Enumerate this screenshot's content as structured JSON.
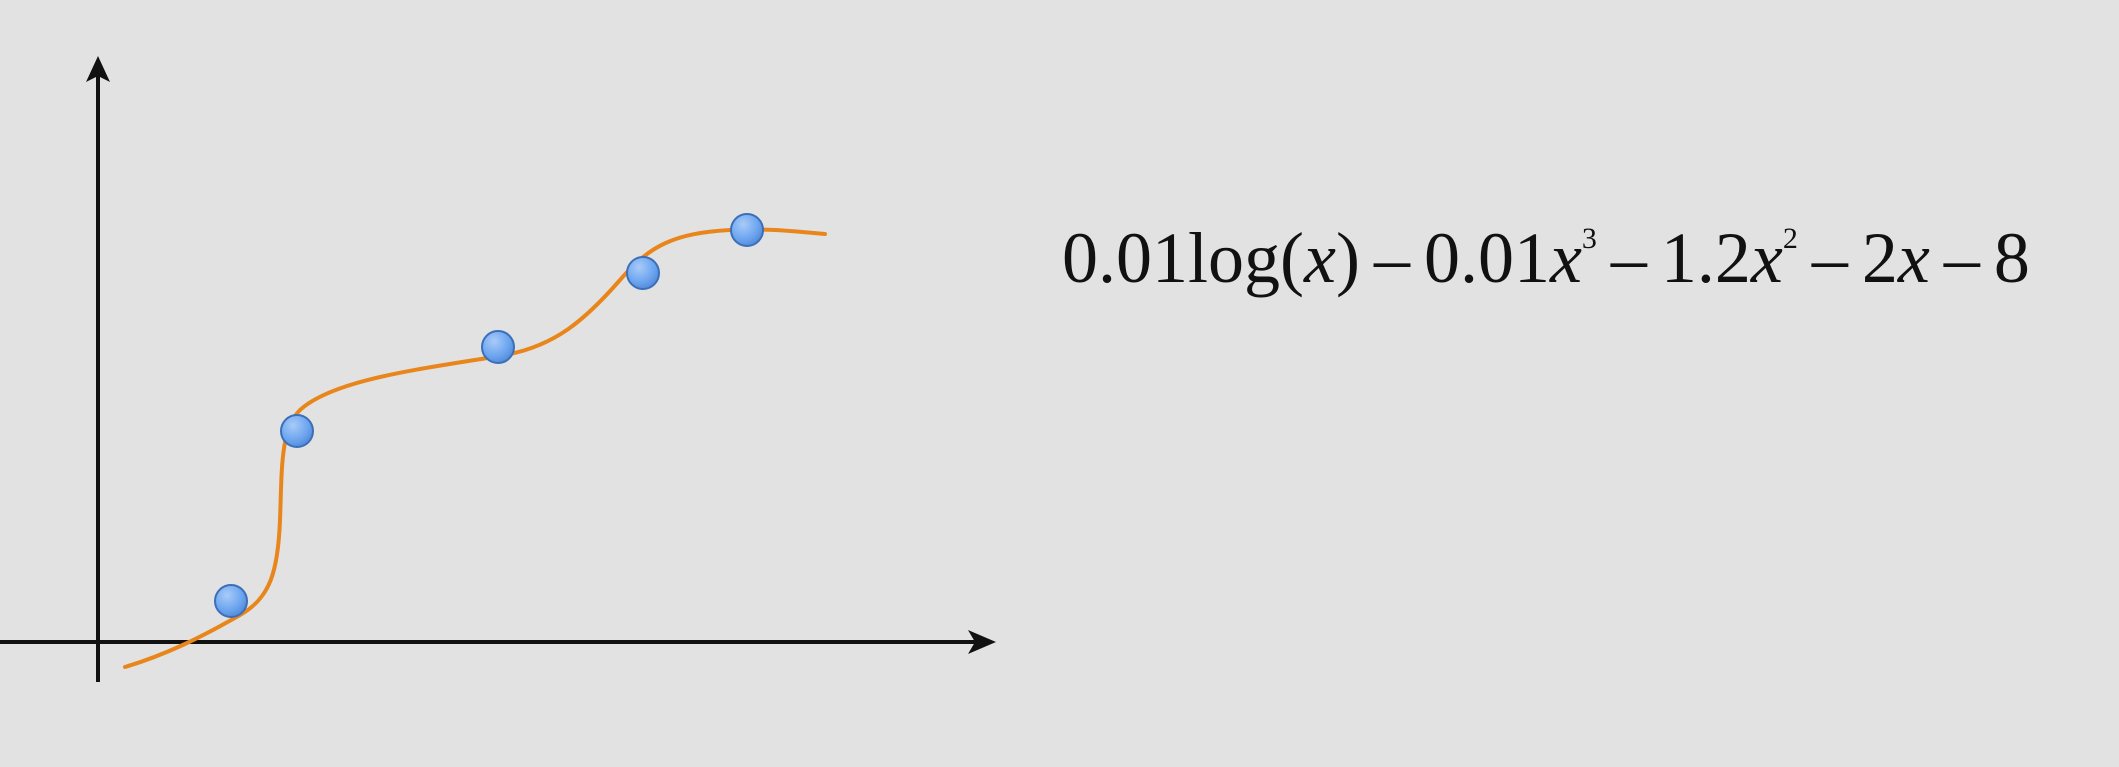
{
  "formula": {
    "coefficient_log": "0.01",
    "log_fn": "log",
    "paren_open": "(",
    "var_x": "x",
    "paren_close": ")",
    "minus": "–",
    "coefficient_cubic": "0.01",
    "exp_cubic": "3",
    "coefficient_quad": "1.2",
    "exp_quad": "2",
    "coefficient_linear": "2",
    "constant": "8"
  },
  "colors": {
    "background": "#e2e2e2",
    "axis": "#111111",
    "curve": "#e8861c",
    "point_fill": "#6ea6f0",
    "point_stroke": "#3b6fb8"
  },
  "icons": {
    "x_axis_arrow": "arrowhead-right-icon",
    "y_axis_arrow": "arrowhead-up-icon"
  }
}
